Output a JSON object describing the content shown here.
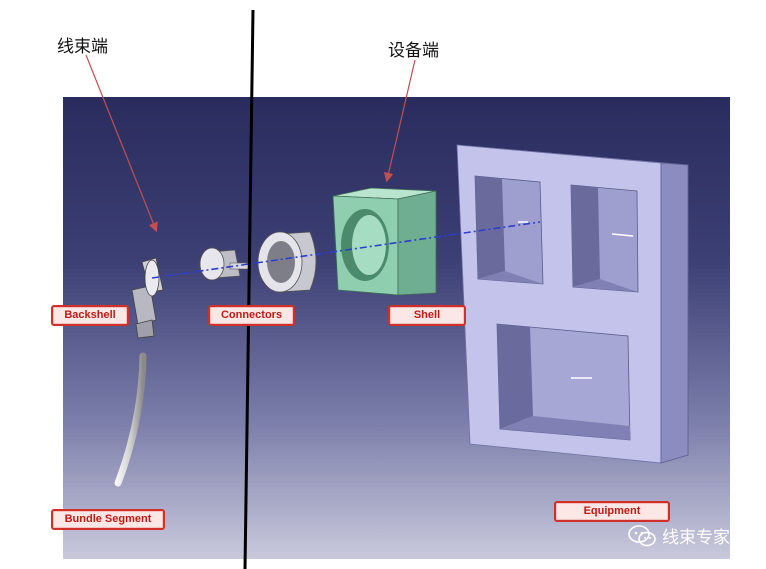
{
  "annotations": {
    "harness_side": "线束端",
    "equipment_side": "设备端"
  },
  "labels": {
    "backshell": "Backshell",
    "connectors": "Connectors",
    "shell": "Shell",
    "bundle_segment": "Bundle Segment",
    "equipment": "Equipment"
  },
  "watermark": {
    "text": "线束专家",
    "icon": "wechat-icon"
  },
  "colors": {
    "label_border": "#d0302a",
    "label_text": "#c01a12",
    "label_fill": "#fce7e7",
    "arrow": "#c0504d",
    "axis_line": "#2b3fcf",
    "shell_green": "#8fcfb0",
    "equipment_lavender": "#c3c3ec"
  }
}
